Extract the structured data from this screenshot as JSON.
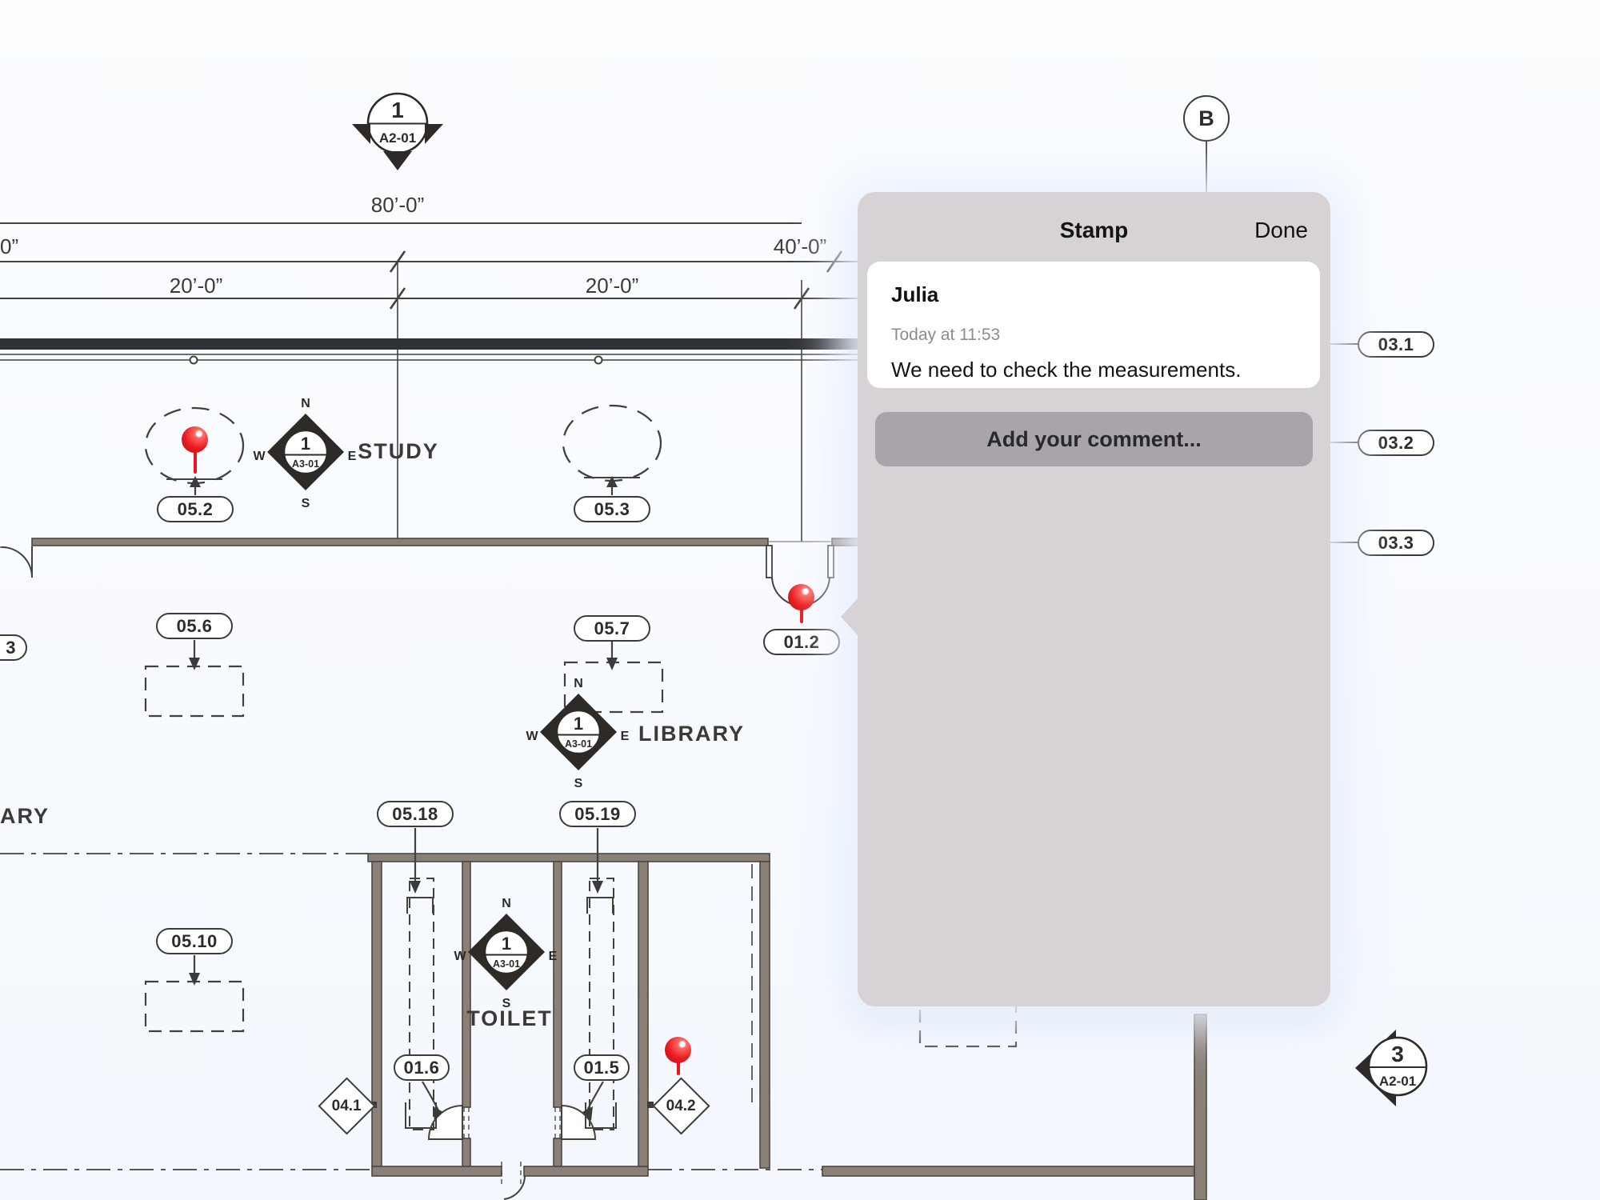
{
  "popup": {
    "title": "Stamp",
    "done_label": "Done",
    "comment": {
      "author": "Julia",
      "timestamp": "Today at 11:53",
      "text": "We need to check the measurements."
    },
    "add_comment_placeholder": "Add your comment..."
  },
  "plan": {
    "dimension_texts": {
      "total": "80’-0”",
      "forty": "40’-0”",
      "twenty_left": "20’-0”",
      "twenty_right": "20’-0”",
      "edge_partial": "0”"
    },
    "room_labels": {
      "study": "STUDY",
      "library": "LIBRARY",
      "toilet": "TOILET",
      "library_partial": "ARY"
    },
    "grid": {
      "letter": "B",
      "bubbles": [
        "03.1",
        "03.2",
        "03.3"
      ]
    },
    "section_markers": {
      "top": {
        "number": "1",
        "sheet": "A2-01"
      },
      "bottom": {
        "number": "3",
        "sheet": "A2-01"
      }
    },
    "compass": {
      "number": "1",
      "sheet": "A3-01",
      "north": "N",
      "south": "S",
      "east": "E",
      "west": "W"
    },
    "callouts": [
      "05.2",
      "05.3",
      "05.6",
      "05.7",
      "05.10",
      "05.18",
      "05.19",
      "01.2",
      "01.6",
      "01.5"
    ],
    "callout_partial": "3",
    "diamond_tags": [
      "04.1",
      "04.2"
    ],
    "colors": {
      "pin_red": "#e31b1e",
      "wall": "#8a8078",
      "popup_gray": "#d7d2d6",
      "button_gray": "#a9a4ab"
    }
  }
}
